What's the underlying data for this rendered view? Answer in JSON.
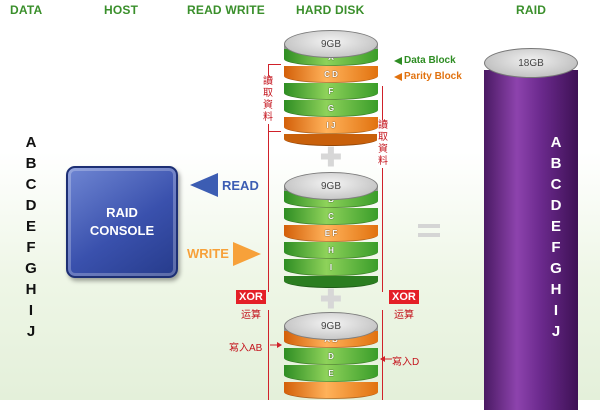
{
  "headers": {
    "data": "DATA",
    "host": "HOST",
    "read_write": "READ WRITE",
    "hard_disk": "HARD DISK",
    "raid": "RAID"
  },
  "data_letters": [
    "A",
    "B",
    "C",
    "D",
    "E",
    "F",
    "G",
    "H",
    "I",
    "J"
  ],
  "console": {
    "line1": "RAID",
    "line2": "CONSOLE"
  },
  "read_label": "READ",
  "write_label": "WRITE",
  "legend": {
    "data_block": "Data Block",
    "parity_block": "Parity Block"
  },
  "disks": [
    {
      "capacity": "9GB",
      "blocks": [
        {
          "label": "A",
          "kind": "data"
        },
        {
          "label": "C D",
          "kind": "parity"
        },
        {
          "label": "F",
          "kind": "data"
        },
        {
          "label": "G",
          "kind": "data"
        },
        {
          "label": "I J",
          "kind": "parity"
        }
      ]
    },
    {
      "capacity": "9GB",
      "blocks": [
        {
          "label": "B",
          "kind": "data"
        },
        {
          "label": "C",
          "kind": "data"
        },
        {
          "label": "E F",
          "kind": "parity"
        },
        {
          "label": "H",
          "kind": "data"
        },
        {
          "label": "I",
          "kind": "data"
        }
      ]
    },
    {
      "capacity": "9GB",
      "blocks": [
        {
          "label": "A B",
          "kind": "parity"
        },
        {
          "label": "D",
          "kind": "data"
        },
        {
          "label": "E",
          "kind": "data"
        },
        {
          "label": "",
          "kind": "parity"
        }
      ]
    }
  ],
  "read_data_cn": [
    "讀",
    "取",
    "資",
    "料"
  ],
  "xor": {
    "label": "XOR",
    "cn": "运算"
  },
  "write_ab": "寫入AB",
  "write_d": "寫入D",
  "raid_volume": {
    "capacity": "18GB",
    "letters": [
      "A",
      "B",
      "C",
      "D",
      "E",
      "F",
      "G",
      "H",
      "I",
      "J"
    ]
  },
  "colors": {
    "header_green": "#3a8f2b",
    "data_block_green": "#2e8d23",
    "parity_block_orange": "#e1720f",
    "read_arrow_blue": "#3c5db3",
    "write_arrow_orange": "#f7a13a",
    "xor_red": "#e41f27",
    "raid_purple": "#7a3299"
  }
}
